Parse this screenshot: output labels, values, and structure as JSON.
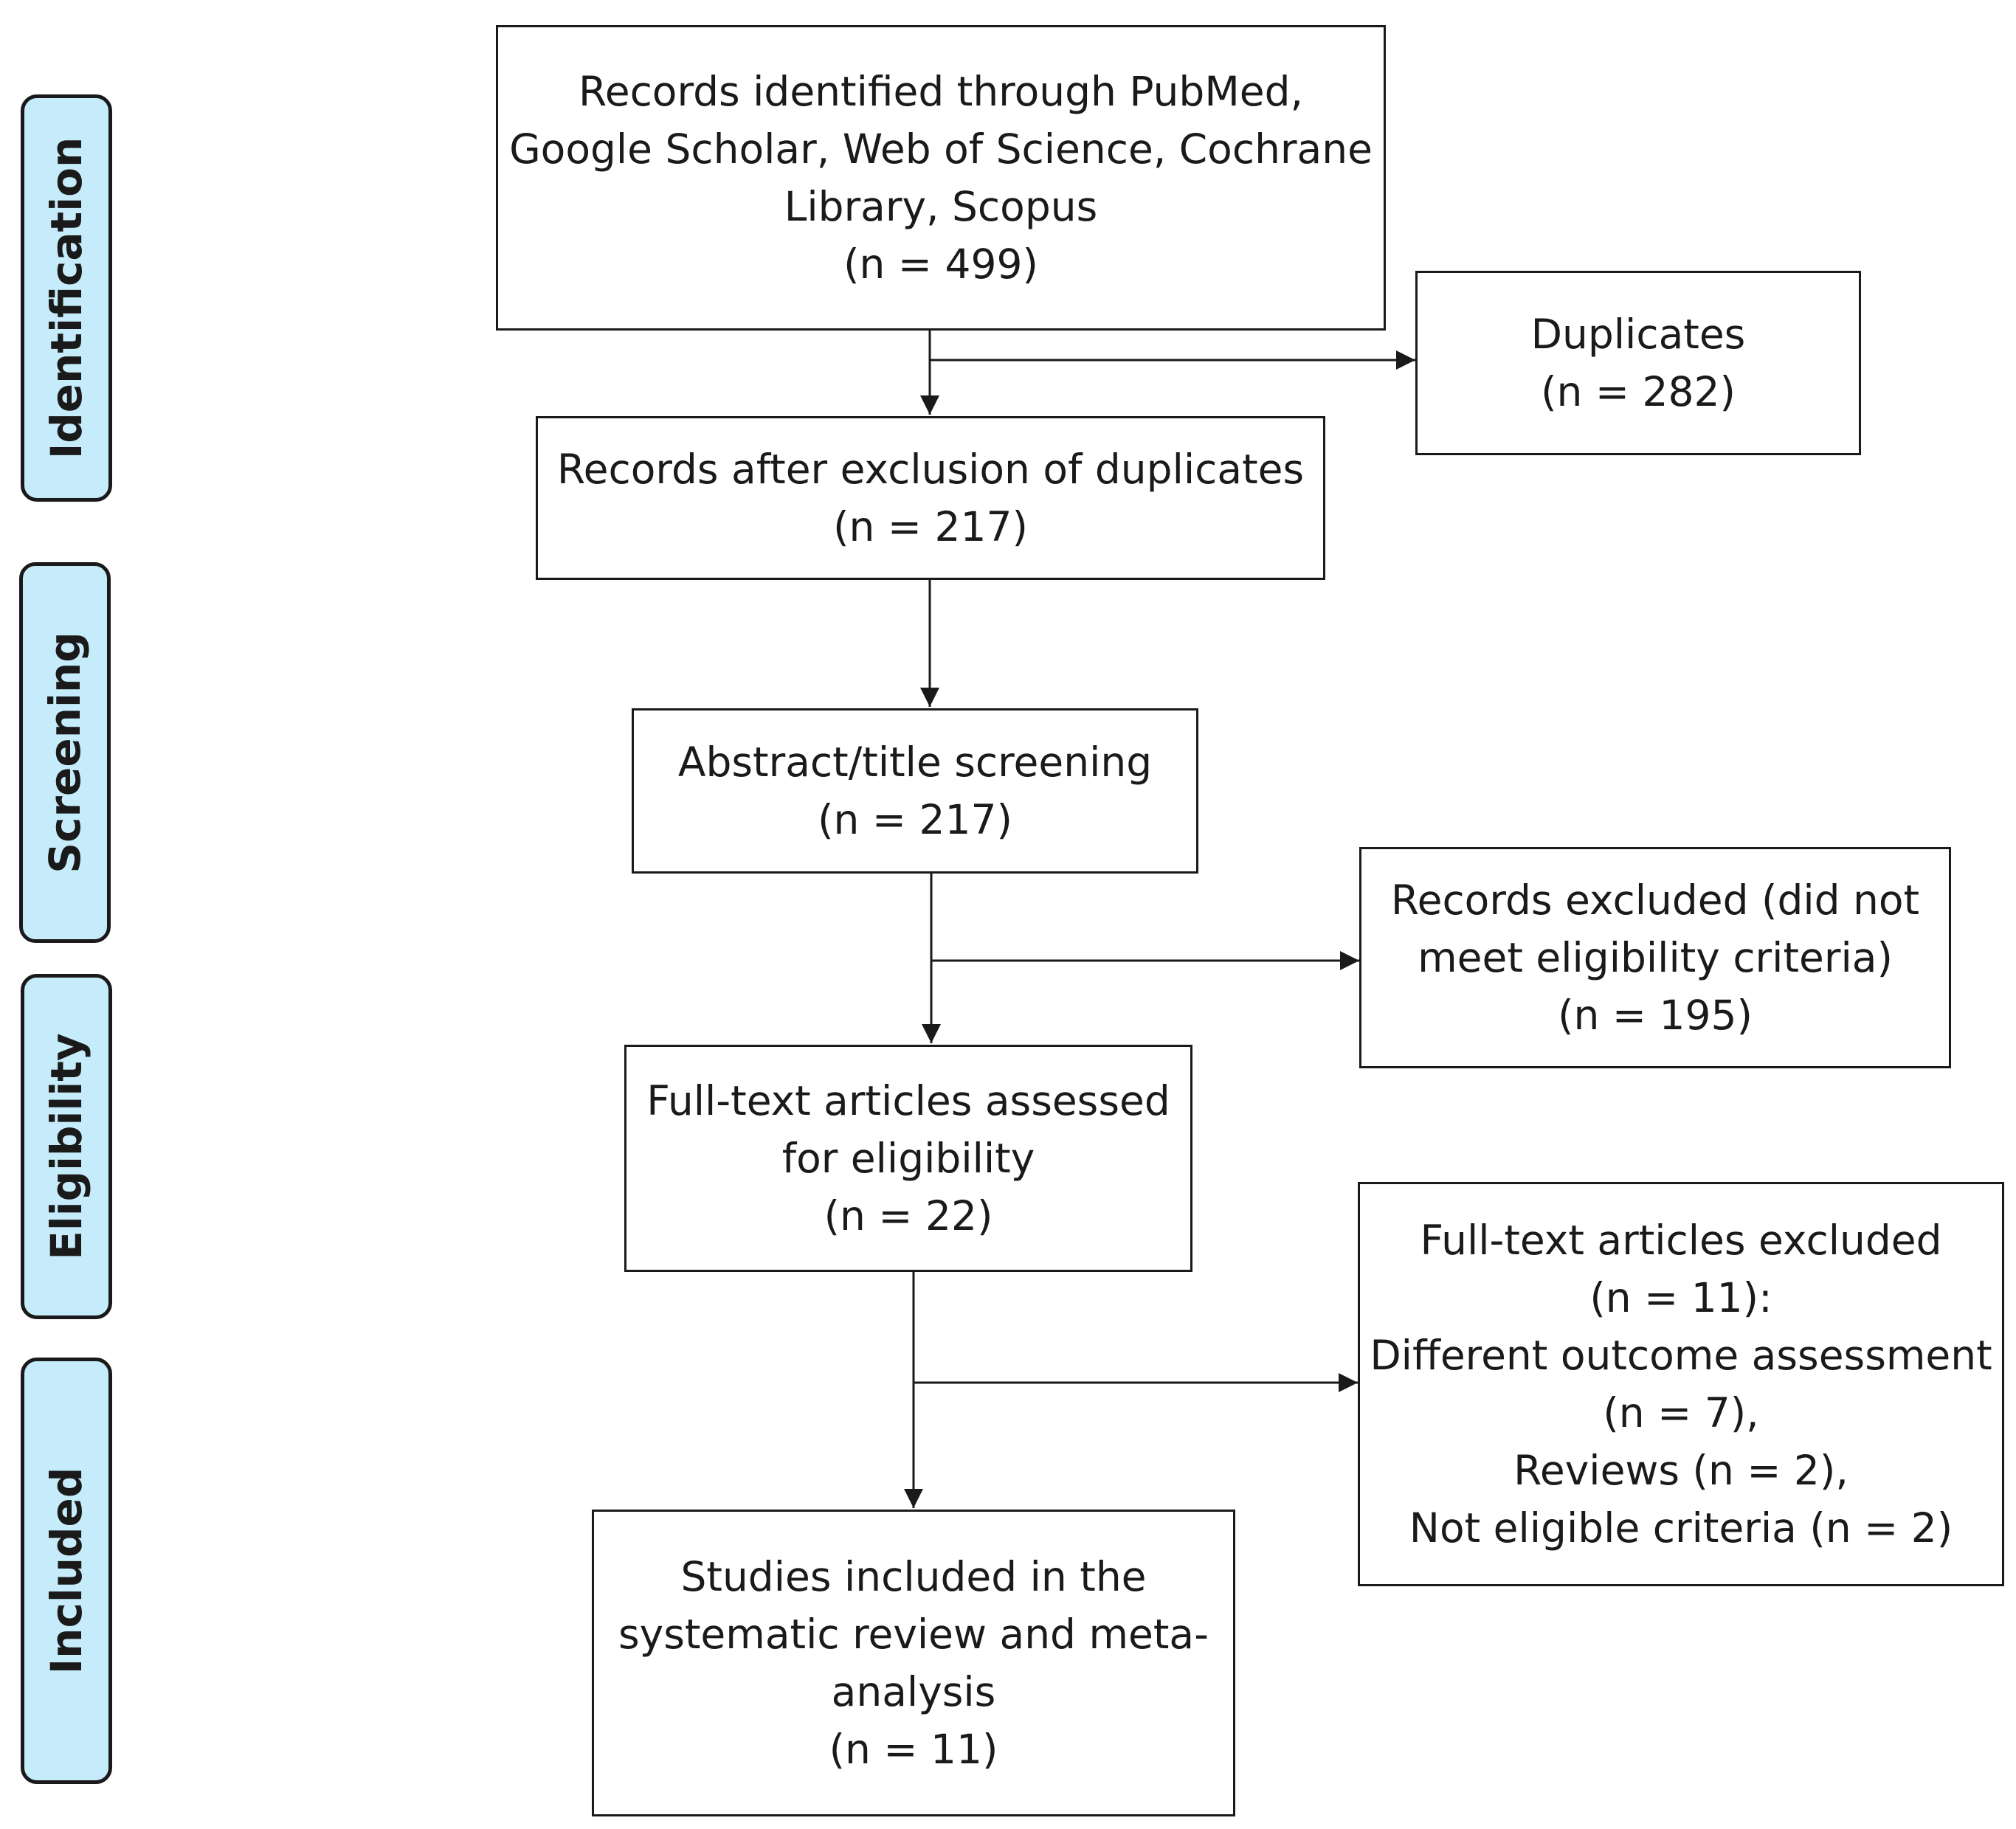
{
  "stages": {
    "identification": "Identification",
    "screening": "Screening",
    "eligibility": "Eligibility",
    "included": "Included"
  },
  "boxes": {
    "identified": {
      "lines": [
        "Records identified through PubMed,",
        "Google Scholar, Web of Science, Cochrane",
        "Library, Scopus"
      ],
      "count": "(n = 499)"
    },
    "duplicates": {
      "label": "Duplicates",
      "count": "(n = 282)"
    },
    "after_duplicates": {
      "label": "Records after exclusion of duplicates",
      "count": "(n = 217)"
    },
    "screening": {
      "label": "Abstract/title screening",
      "count": "(n = 217)"
    },
    "records_excluded": {
      "lines": [
        "Records excluded (did not",
        "meet eligibility criteria)"
      ],
      "count": "(n = 195)"
    },
    "fulltext_assessed": {
      "lines": [
        "Full-text articles assessed",
        "for eligibility"
      ],
      "count": "(n = 22)"
    },
    "fulltext_excluded": {
      "lines": [
        "Full-text articles excluded",
        "(n = 11):",
        "Different outcome assessment",
        "(n = 7),",
        "Reviews (n = 2),",
        "Not eligible criteria (n = 2)"
      ]
    },
    "included": {
      "lines": [
        "Studies included in the",
        "systematic review and meta-",
        "analysis"
      ],
      "count": "(n = 11)"
    }
  }
}
